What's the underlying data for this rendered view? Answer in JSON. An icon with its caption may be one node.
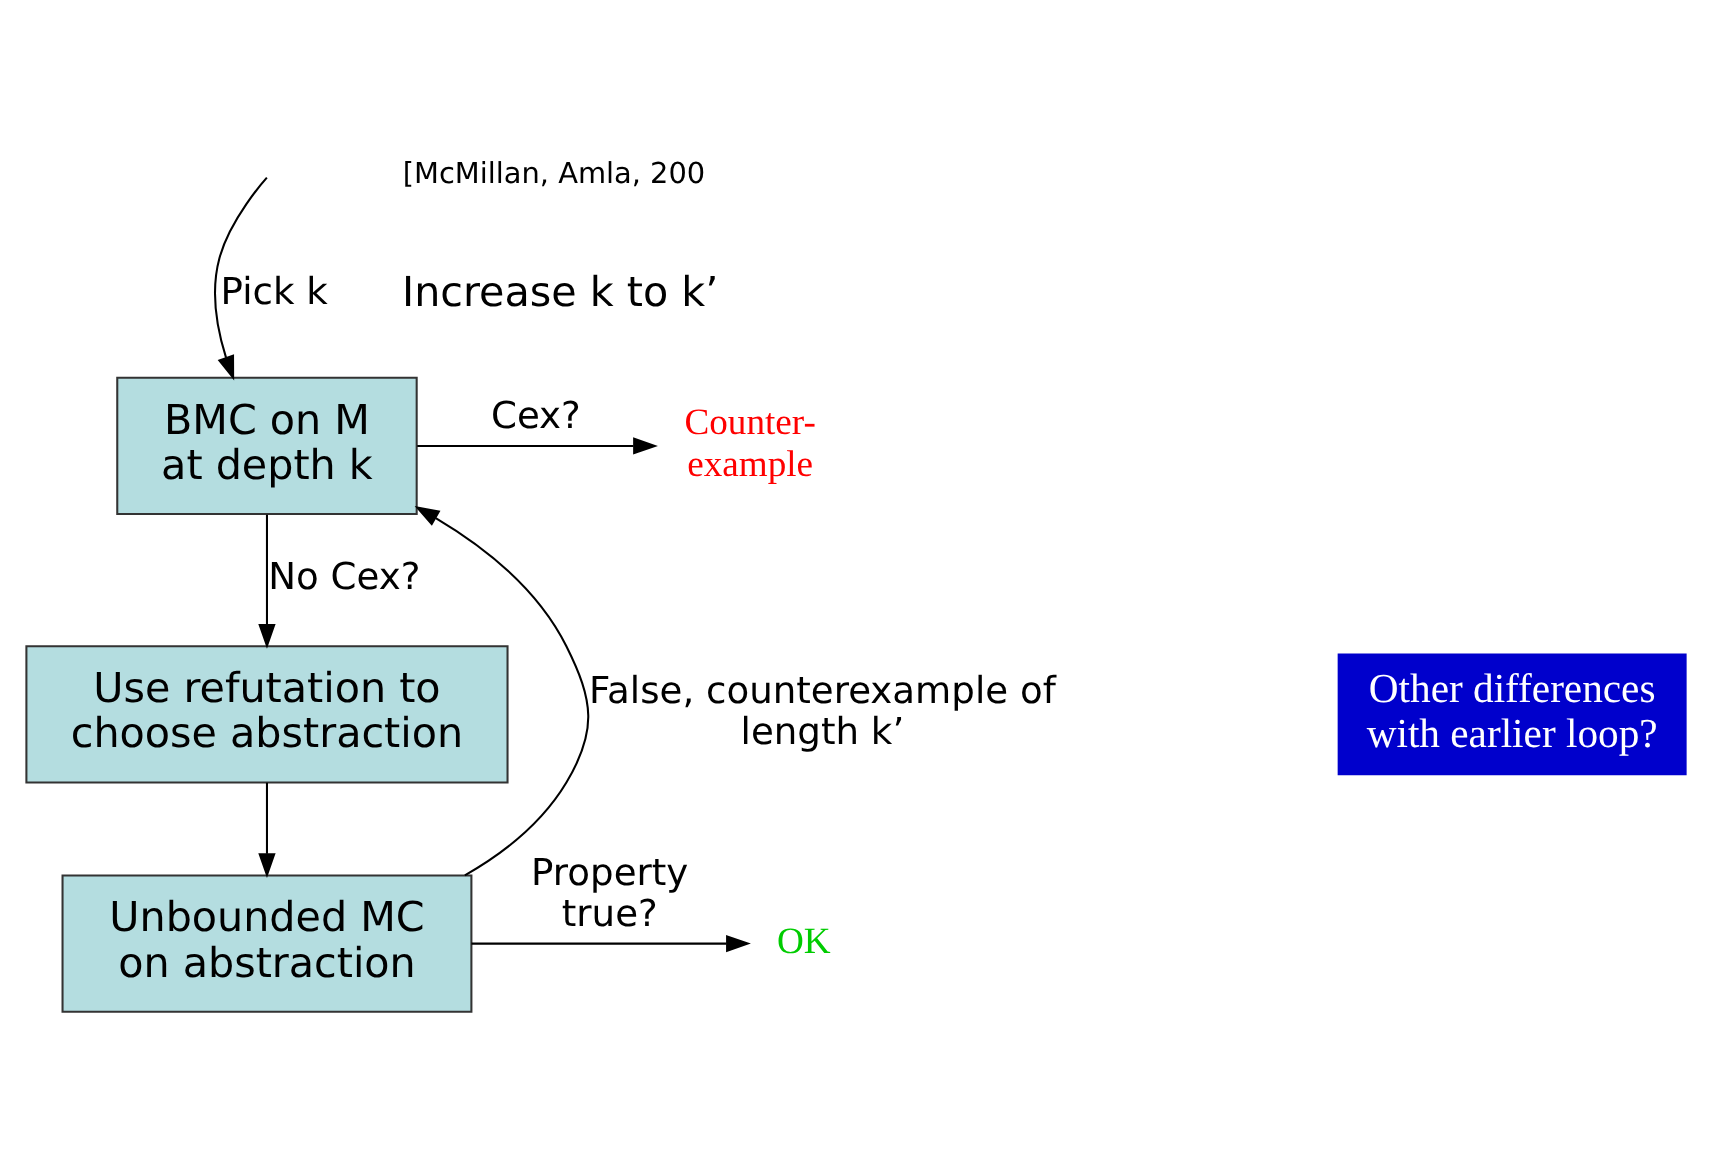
{
  "diagram": {
    "nodes": [
      {
        "text": [
          "BMC on M at depth k"
        ]
      },
      {
        "text": [
          "Counter- example"
        ]
      },
      {
        "text": [
          "Use refutation to choose abstraction"
        ]
      },
      {
        "text": [
          "Unbounded MC on abstraction"
        ]
      },
      {
        "text": [
          "OK"
        ]
      },
      {
        "text": [
          "Other differences with earlier loop?"
        ]
      }
    ],
    "edges": [
      {
        "from": null,
        "to": 0,
        "arrow": "to",
        "label": "Pick k"
      },
      {
        "from": 0,
        "to": 1,
        "arrow": "to",
        "label": "Cex?"
      },
      {
        "from": 0,
        "to": 2,
        "arrow": "to",
        "label": "No Cex?"
      },
      {
        "from": 2,
        "to": 3,
        "arrow": "to"
      },
      {
        "from": 3,
        "to": 4,
        "arrow": "to",
        "label": "Property true?"
      },
      {
        "from": 3,
        "to": 0,
        "arrow": "to",
        "label": "False, counterexample of length k’"
      }
    ],
    "labels": [
      "[McMillan, Amla, 200",
      "Increase k to k’"
    ]
  }
}
